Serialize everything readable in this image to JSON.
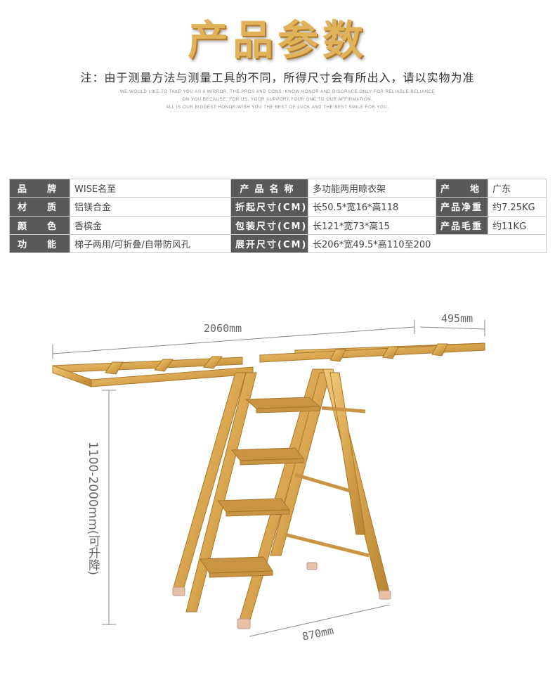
{
  "title": "产品参数",
  "note": "注：由于测量方法与测量工具的不同，所得尺寸会有所出入，请以实物为准",
  "english_lines": [
    "WE WOULD LIKE TO TAKE YOU AS A MIRROR, THE PROS AND CONS, KNOW HONOR AND DISGRACE,ONLY FOR RELIABLE RELIANCE",
    "ON YOU.BECAUSE, FOR US, YOUR SUPPORT,YOUR ONE TO OUR AFFIRMATION,",
    "ALL IS OUR BIGGEST HONOR.WISH YOU THE BEST OF LUCK AND THE BEST SMILE FOR YOU."
  ],
  "spec": {
    "brand_label": "品　牌",
    "brand": "WISE名至",
    "name_label": "产品名称",
    "name": "多功能两用晾衣架",
    "origin_label": "产　地",
    "origin": "广东",
    "material_label": "材　质",
    "material": "铝镁合金",
    "folded_label": "折起尺寸(CM)",
    "folded": "长50.5*宽16*高118",
    "net_label": "产品净重",
    "net": "约7.25KG",
    "color_label": "颜　色",
    "color": "香槟金",
    "package_label": "包装尺寸(CM)",
    "package": "长121*宽73*高15",
    "gross_label": "产品毛重",
    "gross": "约11KG",
    "function_label": "功　能",
    "function": "梯子两用/可折叠/自带防风孔",
    "open_label": "展开尺寸(CM)",
    "open": "长206*宽49.5*高110至200"
  },
  "dimensions": {
    "length": "2060mm",
    "width": "495mm",
    "height": "1100-2000mm(可升降)",
    "depth": "870mm"
  },
  "colors": {
    "gold": "#d9a64f",
    "gold_dark": "#b8842f",
    "header_cell": "#595959"
  }
}
